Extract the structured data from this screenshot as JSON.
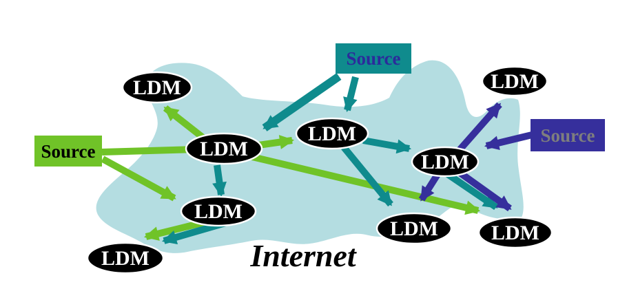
{
  "internet_label": "Internet",
  "colors": {
    "background": "#ffffff",
    "internet_blob": "#b4dde1",
    "teal": "#0f8b8d",
    "green": "#70c328",
    "purple": "#362f9c",
    "node_fill": "#000000",
    "node_text": "#ffffff",
    "node_outline": "#ffffff",
    "teal_source_text": "#2b2b9b",
    "green_source_text": "#000000",
    "purple_source_text": "#7e7e7e"
  },
  "nodes": [
    {
      "id": "ldm-top-left",
      "label": "LDM"
    },
    {
      "id": "ldm-central",
      "label": "LDM"
    },
    {
      "id": "ldm-top-middle",
      "label": "LDM"
    },
    {
      "id": "ldm-top-right",
      "label": "LDM"
    },
    {
      "id": "ldm-right-hub",
      "label": "LDM"
    },
    {
      "id": "ldm-mid-lower",
      "label": "LDM"
    },
    {
      "id": "ldm-bottom-left",
      "label": "LDM"
    },
    {
      "id": "ldm-bottom-mid-right",
      "label": "LDM"
    },
    {
      "id": "ldm-bottom-right",
      "label": "LDM"
    }
  ],
  "sources": [
    {
      "id": "source-teal",
      "label": "Source",
      "feed_color": "teal"
    },
    {
      "id": "source-green",
      "label": "Source",
      "feed_color": "green"
    },
    {
      "id": "source-purple",
      "label": "Source",
      "feed_color": "purple"
    }
  ],
  "links": [
    {
      "from": "source-teal",
      "to": "ldm-central",
      "color": "teal"
    },
    {
      "from": "source-teal",
      "to": "ldm-top-middle",
      "color": "teal"
    },
    {
      "from": "ldm-top-middle",
      "to": "ldm-right-hub",
      "color": "teal"
    },
    {
      "from": "ldm-top-middle",
      "to": "ldm-bottom-mid-right",
      "color": "teal"
    },
    {
      "from": "ldm-central",
      "to": "ldm-mid-lower",
      "color": "teal"
    },
    {
      "from": "ldm-mid-lower",
      "to": "ldm-bottom-left",
      "color": "teal"
    },
    {
      "from": "ldm-right-hub",
      "to": "ldm-bottom-right",
      "color": "teal"
    },
    {
      "from": "source-green",
      "to": "ldm-central",
      "color": "green"
    },
    {
      "from": "source-green",
      "to": "ldm-mid-lower",
      "color": "green"
    },
    {
      "from": "ldm-central",
      "to": "ldm-top-left",
      "color": "green"
    },
    {
      "from": "ldm-central",
      "to": "ldm-top-middle",
      "color": "green"
    },
    {
      "from": "ldm-central",
      "to": "ldm-bottom-right",
      "color": "green"
    },
    {
      "from": "ldm-mid-lower",
      "to": "ldm-bottom-left",
      "color": "green"
    },
    {
      "from": "source-purple",
      "to": "ldm-right-hub",
      "color": "purple"
    },
    {
      "from": "ldm-right-hub",
      "to": "ldm-top-right",
      "color": "purple"
    },
    {
      "from": "ldm-right-hub",
      "to": "ldm-bottom-mid-right",
      "color": "purple"
    },
    {
      "from": "ldm-right-hub",
      "to": "ldm-bottom-right",
      "color": "purple"
    }
  ]
}
